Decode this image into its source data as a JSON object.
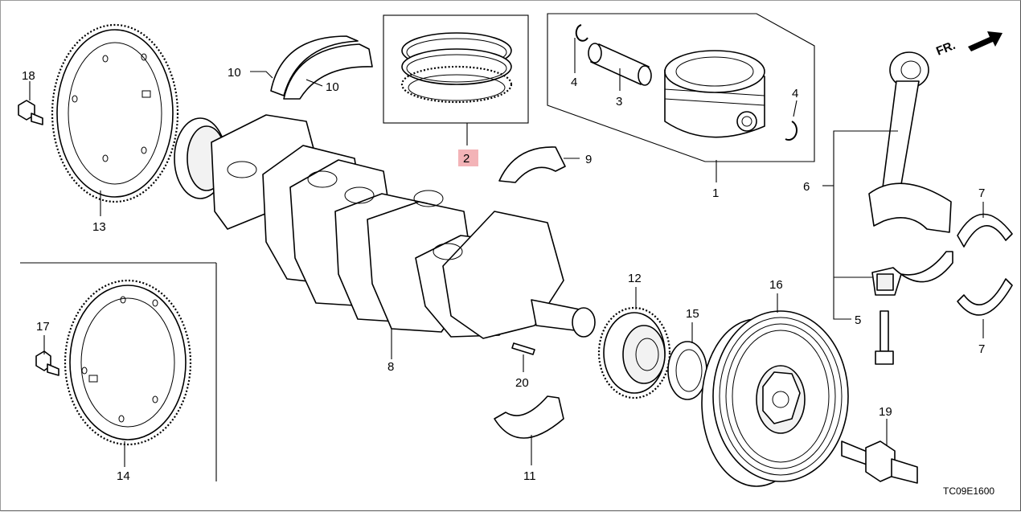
{
  "diagram": {
    "title": "Crankshaft / Piston exploded parts diagram",
    "diagram_code": "TC09E1600",
    "direction_label": "FR.",
    "highlight_color": "#f3b3b7",
    "highlighted_callout": "2",
    "callouts": {
      "c1": "1",
      "c2": "2",
      "c3": "3",
      "c4a": "4",
      "c4b": "4",
      "c5": "5",
      "c6": "6",
      "c7a": "7",
      "c7b": "7",
      "c8": "8",
      "c9": "9",
      "c10a": "10",
      "c10b": "10",
      "c11": "11",
      "c12": "12",
      "c13": "13",
      "c14": "14",
      "c15": "15",
      "c16": "16",
      "c17": "17",
      "c18": "18",
      "c19": "19",
      "c20": "20"
    },
    "parts": [
      {
        "callout": "1",
        "part": "piston"
      },
      {
        "callout": "2",
        "part": "piston ring set"
      },
      {
        "callout": "3",
        "part": "piston pin"
      },
      {
        "callout": "4",
        "part": "piston pin clip"
      },
      {
        "callout": "5",
        "part": "connecting rod bolt"
      },
      {
        "callout": "6",
        "part": "connecting rod assembly"
      },
      {
        "callout": "7",
        "part": "connecting rod bearing"
      },
      {
        "callout": "8",
        "part": "crankshaft"
      },
      {
        "callout": "9",
        "part": "upper main bearing"
      },
      {
        "callout": "10",
        "part": "thrust washer"
      },
      {
        "callout": "11",
        "part": "lower main bearing"
      },
      {
        "callout": "12",
        "part": "crankshaft sprocket"
      },
      {
        "callout": "13",
        "part": "reluctor / drive plate"
      },
      {
        "callout": "14",
        "part": "reluctor / drive plate (alt.)"
      },
      {
        "callout": "15",
        "part": "oil seal"
      },
      {
        "callout": "16",
        "part": "crankshaft pulley"
      },
      {
        "callout": "17",
        "part": "bolt"
      },
      {
        "callout": "18",
        "part": "bolt"
      },
      {
        "callout": "19",
        "part": "pulley bolt"
      },
      {
        "callout": "20",
        "part": "woodruff key"
      }
    ]
  }
}
